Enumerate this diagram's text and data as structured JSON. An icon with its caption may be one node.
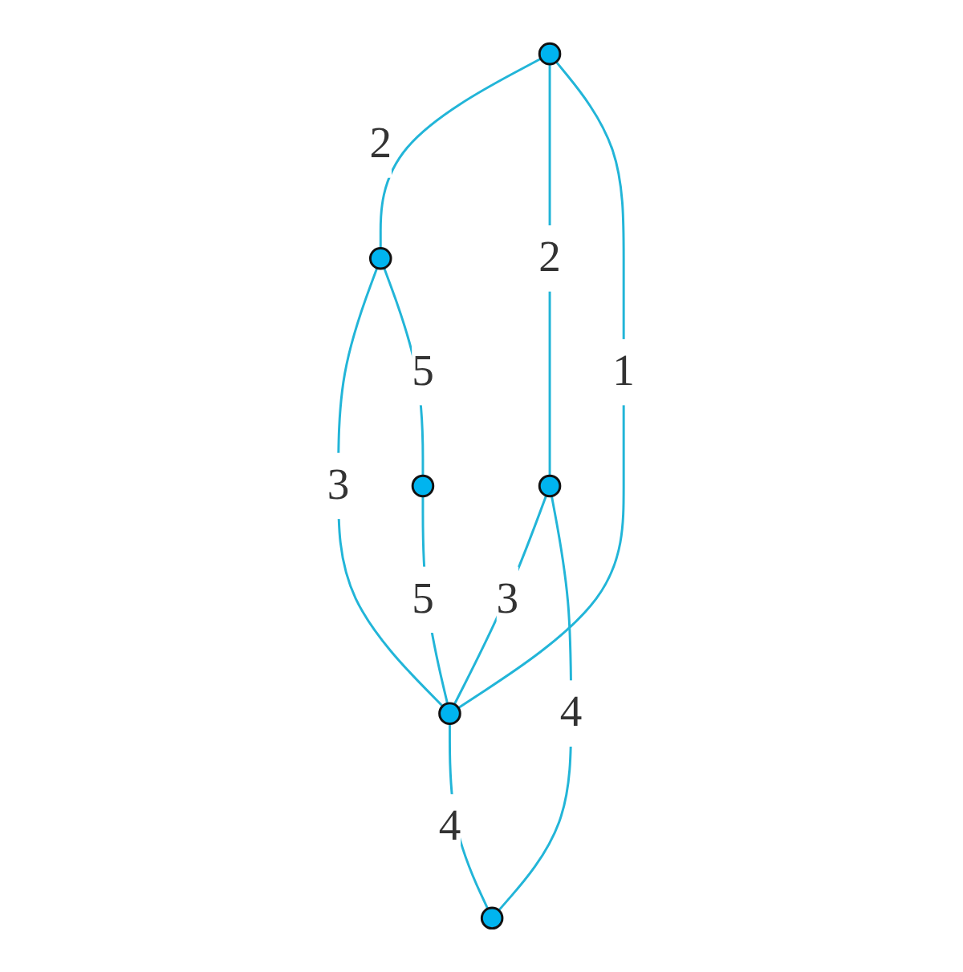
{
  "diagram": {
    "nodes": [
      {
        "text": [],
        "shape": "circle"
      },
      {
        "text": [],
        "shape": "circle"
      },
      {
        "text": [],
        "shape": "circle"
      },
      {
        "text": [],
        "shape": "circle"
      },
      {
        "text": [],
        "shape": "circle"
      },
      {
        "text": [],
        "shape": "circle"
      }
    ],
    "edges": [
      {
        "from": 0,
        "to": 1,
        "arrow": "none",
        "label": "2"
      },
      {
        "from": 0,
        "to": 3,
        "arrow": "none",
        "label": "2"
      },
      {
        "from": 0,
        "to": 4,
        "arrow": "none",
        "label": "1"
      },
      {
        "from": 1,
        "to": 4,
        "arrow": "none",
        "label": "3"
      },
      {
        "from": 1,
        "to": 2,
        "arrow": "none",
        "label": "5"
      },
      {
        "from": 2,
        "to": 4,
        "arrow": "none",
        "label": "5"
      },
      {
        "from": 3,
        "to": 4,
        "arrow": "none",
        "label": "3"
      },
      {
        "from": 3,
        "to": 5,
        "arrow": "none",
        "label": "4"
      },
      {
        "from": 4,
        "to": 5,
        "arrow": "none",
        "label": "4"
      }
    ]
  }
}
